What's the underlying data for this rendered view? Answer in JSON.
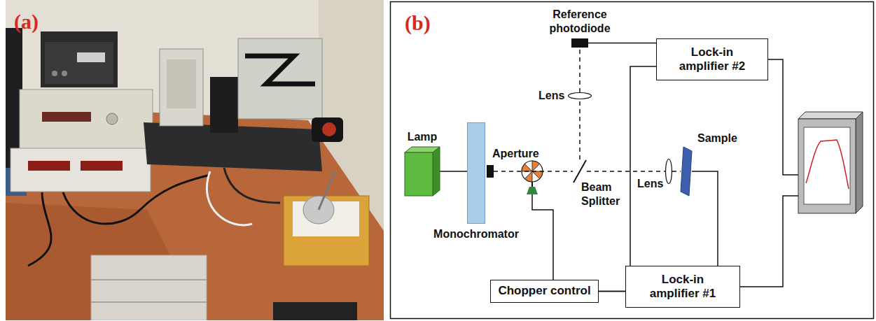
{
  "diagram": {
    "nodes": [
      {
        "text": [
          "Reference photodiode"
        ]
      },
      {
        "text": [
          "Lock-in amplifier #2"
        ]
      },
      {
        "text": [
          "Lens"
        ]
      },
      {
        "text": [
          "Lamp"
        ]
      },
      {
        "text": [
          "Monochromator"
        ]
      },
      {
        "text": [
          "Aperture"
        ]
      },
      {
        "text": [
          "Beam Splitter"
        ]
      },
      {
        "text": [
          "Lens"
        ]
      },
      {
        "text": [
          "Sample"
        ]
      },
      {
        "text": [
          "Chopper control"
        ]
      },
      {
        "text": [
          "Lock-in amplifier #1"
        ]
      }
    ],
    "edges": [
      {
        "from": 3,
        "to": 4,
        "arrow": "none"
      },
      {
        "from": 5,
        "to": 6,
        "arrow": "none"
      },
      {
        "from": 6,
        "to": 7,
        "arrow": "none"
      },
      {
        "from": 7,
        "to": 8,
        "arrow": "none"
      },
      {
        "from": 6,
        "to": 2,
        "arrow": "none"
      },
      {
        "from": 2,
        "to": 0,
        "arrow": "none"
      },
      {
        "from": 0,
        "to": 1,
        "arrow": "none"
      },
      {
        "from": 9,
        "to": 10,
        "arrow": "none"
      },
      {
        "from": 9,
        "to": 1,
        "arrow": "none"
      },
      {
        "from": 8,
        "to": 10,
        "arrow": "none"
      }
    ],
    "labels": [
      "(a)",
      "(b)"
    ]
  }
}
